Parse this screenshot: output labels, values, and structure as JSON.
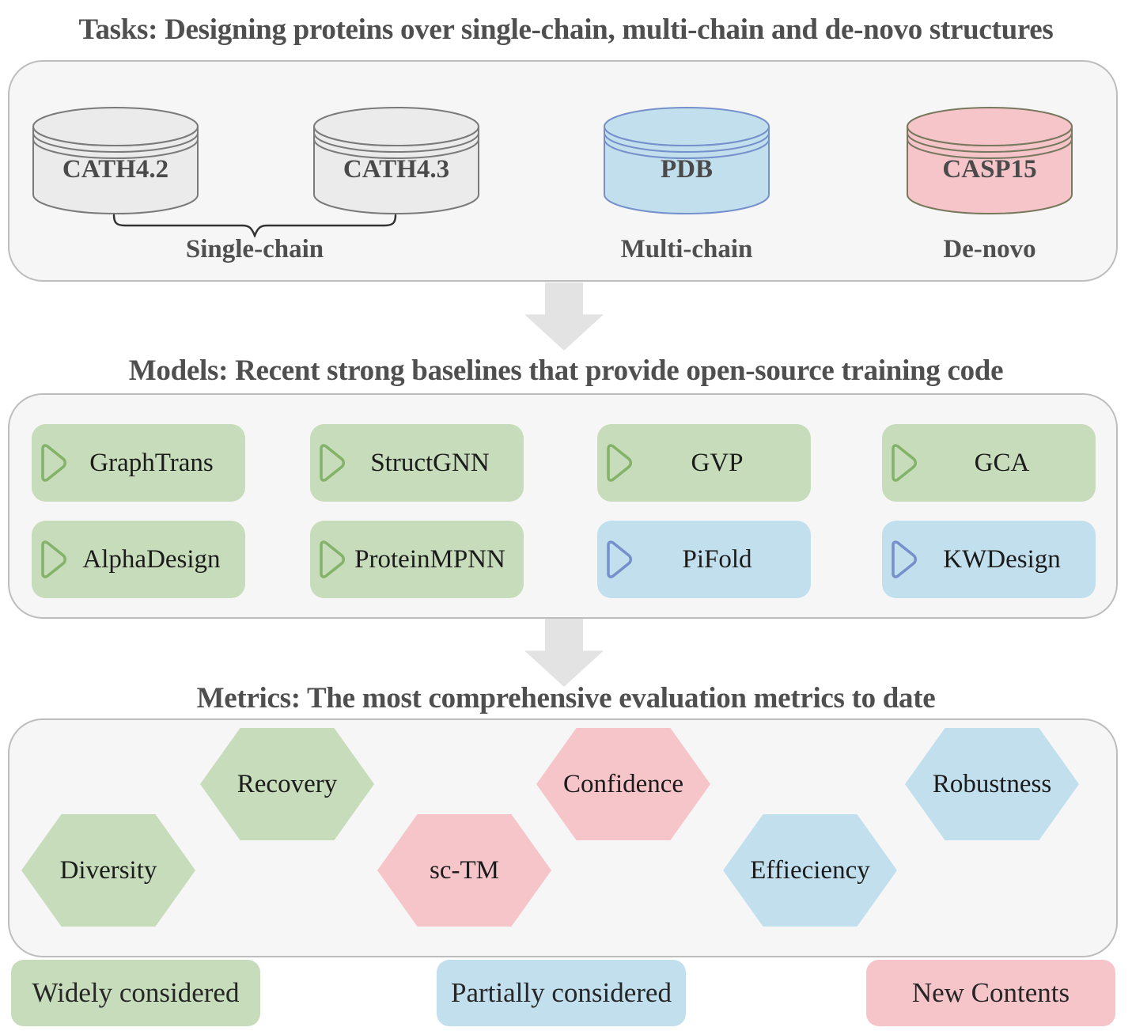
{
  "tasks": {
    "title": "Tasks: Designing proteins over single-chain, multi-chain and de-novo structures",
    "datasets": [
      {
        "name": "CATH4.2",
        "group": "Single-chain",
        "style": "gray"
      },
      {
        "name": "CATH4.3",
        "group": "Single-chain",
        "style": "gray"
      },
      {
        "name": "PDB",
        "group": "Multi-chain",
        "style": "blue"
      },
      {
        "name": "CASP15",
        "group": "De-novo",
        "style": "pink"
      }
    ],
    "group_labels": {
      "single": "Single-chain",
      "multi": "Multi-chain",
      "denovo": "De-novo"
    }
  },
  "models": {
    "title": "Models: Recent strong baselines that provide open-source training code",
    "items": [
      {
        "label": "GraphTrans",
        "category": "widely-considered"
      },
      {
        "label": "StructGNN",
        "category": "widely-considered"
      },
      {
        "label": "GVP",
        "category": "widely-considered"
      },
      {
        "label": "GCA",
        "category": "widely-considered"
      },
      {
        "label": "AlphaDesign",
        "category": "widely-considered"
      },
      {
        "label": "ProteinMPNN",
        "category": "widely-considered"
      },
      {
        "label": "PiFold",
        "category": "partially-considered"
      },
      {
        "label": "KWDesign",
        "category": "partially-considered"
      }
    ]
  },
  "metrics": {
    "title": "Metrics: The most comprehensive evaluation metrics to date",
    "items": [
      {
        "label": "Recovery",
        "category": "widely-considered"
      },
      {
        "label": "Confidence",
        "category": "new-contents"
      },
      {
        "label": "Robustness",
        "category": "partially-considered"
      },
      {
        "label": "Diversity",
        "category": "widely-considered"
      },
      {
        "label": "sc-TM",
        "category": "new-contents"
      },
      {
        "label": "Effieciency",
        "category": "partially-considered"
      }
    ]
  },
  "legend": {
    "items": [
      {
        "label": "Widely considered",
        "color": "#c6dcba"
      },
      {
        "label": "Partially considered",
        "color": "#c2dfee"
      },
      {
        "label": "New Contents",
        "color": "#f6c5ca"
      }
    ]
  },
  "icons": {
    "dataset": "database-cylinder-icon",
    "model_item": "play-triangle-icon",
    "flow": "down-arrow-icon"
  },
  "colors": {
    "widely_fill": "#c6dcba",
    "partially_fill": "#c2dfee",
    "new_fill": "#f6c5ca",
    "gray_dataset_fill": "#ebebeb",
    "gray_stroke": "#7a7a7a",
    "blue_stroke": "#7590cb",
    "olive_stroke": "#78785e",
    "green_icon_stroke": "#83b269",
    "panel_bg": "#f5f6f5",
    "panel_border": "#bdbdbd",
    "title_text": "#4f4f4f",
    "arrow_fill": "#e3e3e3"
  }
}
